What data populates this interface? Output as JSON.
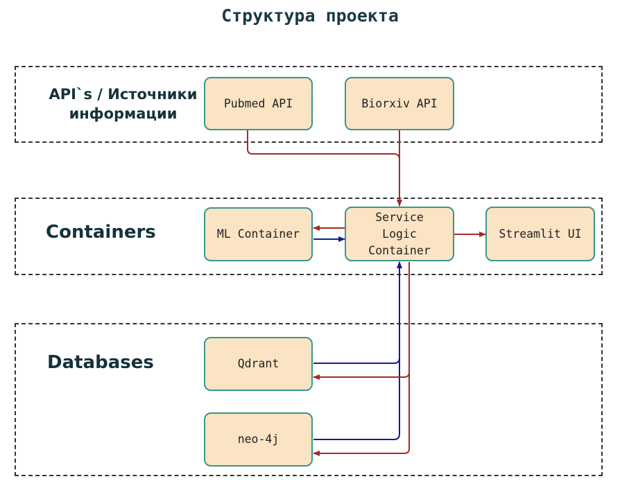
{
  "title": "Структура проекта",
  "groups": {
    "apis": {
      "label": "API`s / Источники информации"
    },
    "containers": {
      "label": "Containers"
    },
    "databases": {
      "label": "Databases"
    }
  },
  "nodes": {
    "pubmed": "Pubmed API",
    "biorxiv": "Biorxiv API",
    "ml": "ML Container",
    "service": "Service Logic Container",
    "streamlit": "Streamlit UI",
    "qdrant": "Qdrant",
    "neo4j": "neo-4j"
  },
  "colors": {
    "red_edge": "#a32a26",
    "blue_edge": "#111b8f",
    "node_fill": "#fae4c4",
    "node_border": "#3a958d"
  }
}
